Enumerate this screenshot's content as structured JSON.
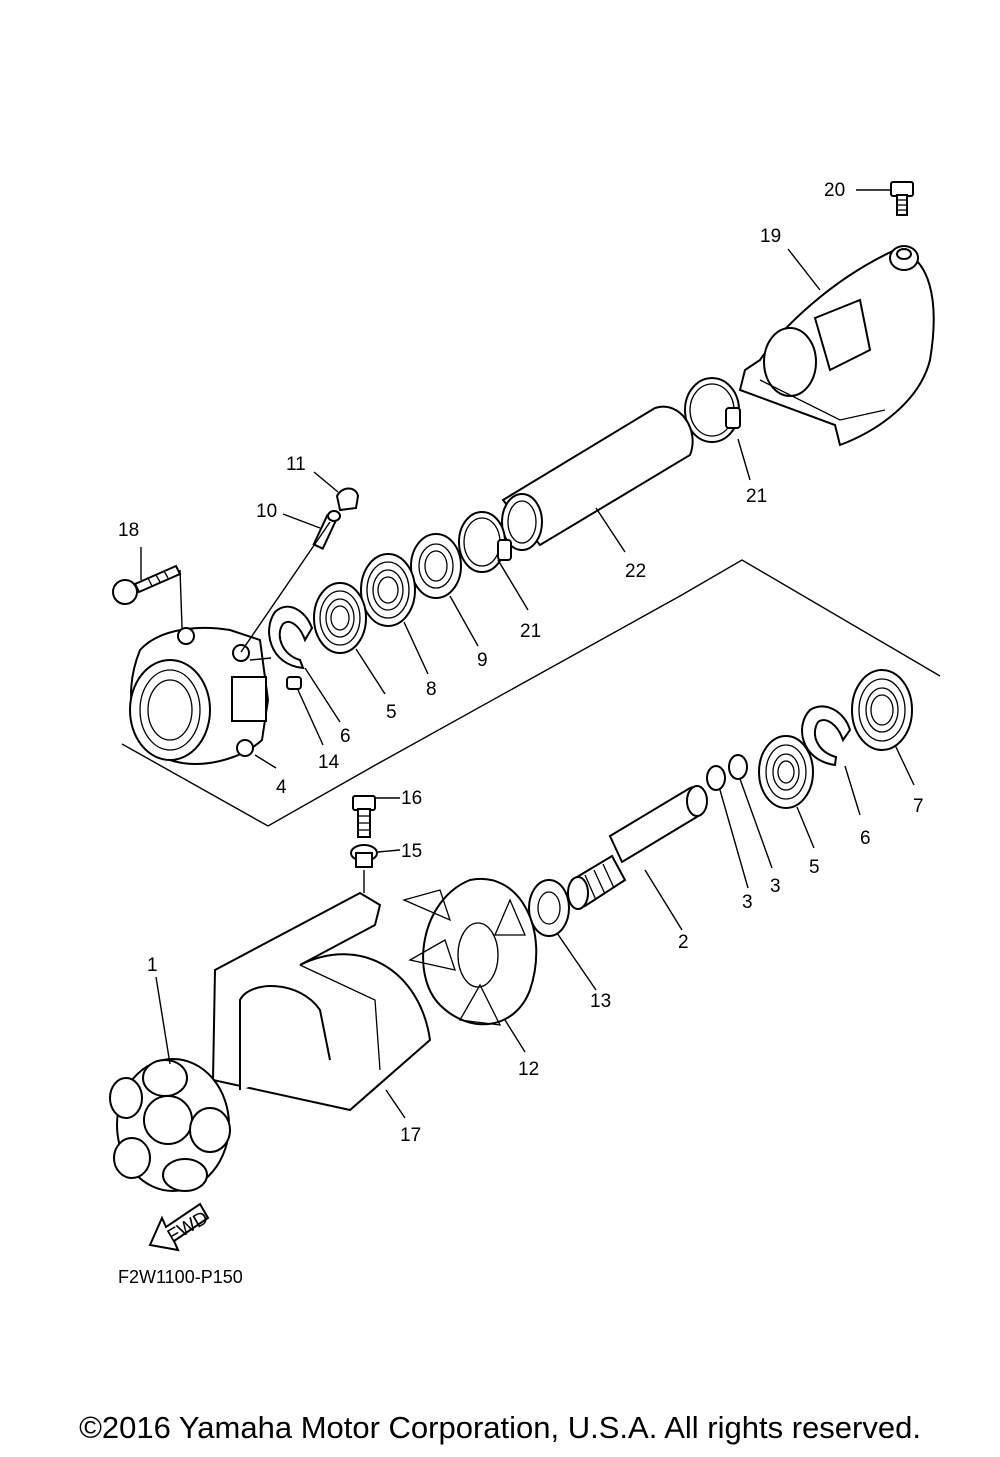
{
  "diagram_code": "F2W1100-P150",
  "direction_label": "FWD",
  "copyright": "©2016 Yamaha Motor Corporation, U.S.A. All rights reserved.",
  "callouts": [
    "20",
    "19",
    "11",
    "10",
    "18",
    "21",
    "22",
    "21",
    "9",
    "8",
    "5",
    "6",
    "14",
    "4",
    "16",
    "15",
    "7",
    "6",
    "5",
    "3",
    "3",
    "2",
    "13",
    "12",
    "1",
    "17"
  ]
}
